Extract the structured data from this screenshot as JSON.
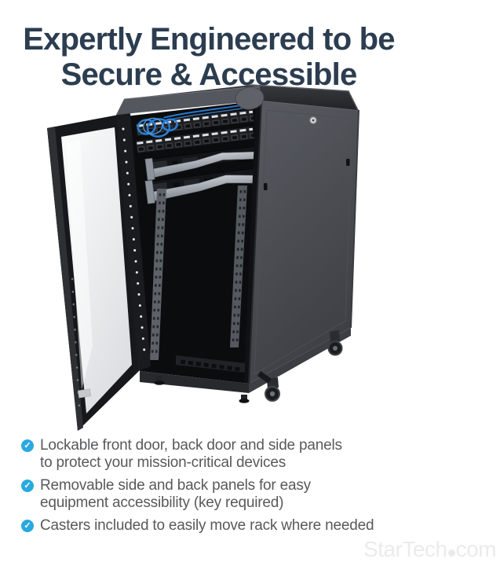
{
  "header": {
    "title_line1": "Expertly Engineered to be",
    "title_line2": "Secure & Accessible"
  },
  "product": {
    "illustration_name": "open-server-rack-cabinet-with-glass-door-servers-and-casters"
  },
  "features": {
    "check_glyph": "✓",
    "items": [
      {
        "line1": "Lockable front door, back door and side panels",
        "line2": "to protect your mission-critical devices"
      },
      {
        "line1": "Removable side and back panels for easy",
        "line2": "equipment accessibility (key required)"
      },
      {
        "line1": "Casters included to easily move rack where needed",
        "line2": ""
      }
    ]
  },
  "watermark": {
    "text_before_dot": "StarTech",
    "text_after_dot": "com"
  },
  "colors": {
    "heading": "#2c3d50",
    "body_text": "#58595b",
    "accent_check": "#29a9df",
    "watermark": "#ebebeb",
    "background": "#ffffff",
    "cable_blue": "#2c7ed4",
    "cabinet_dark": "#1a1b1e"
  }
}
